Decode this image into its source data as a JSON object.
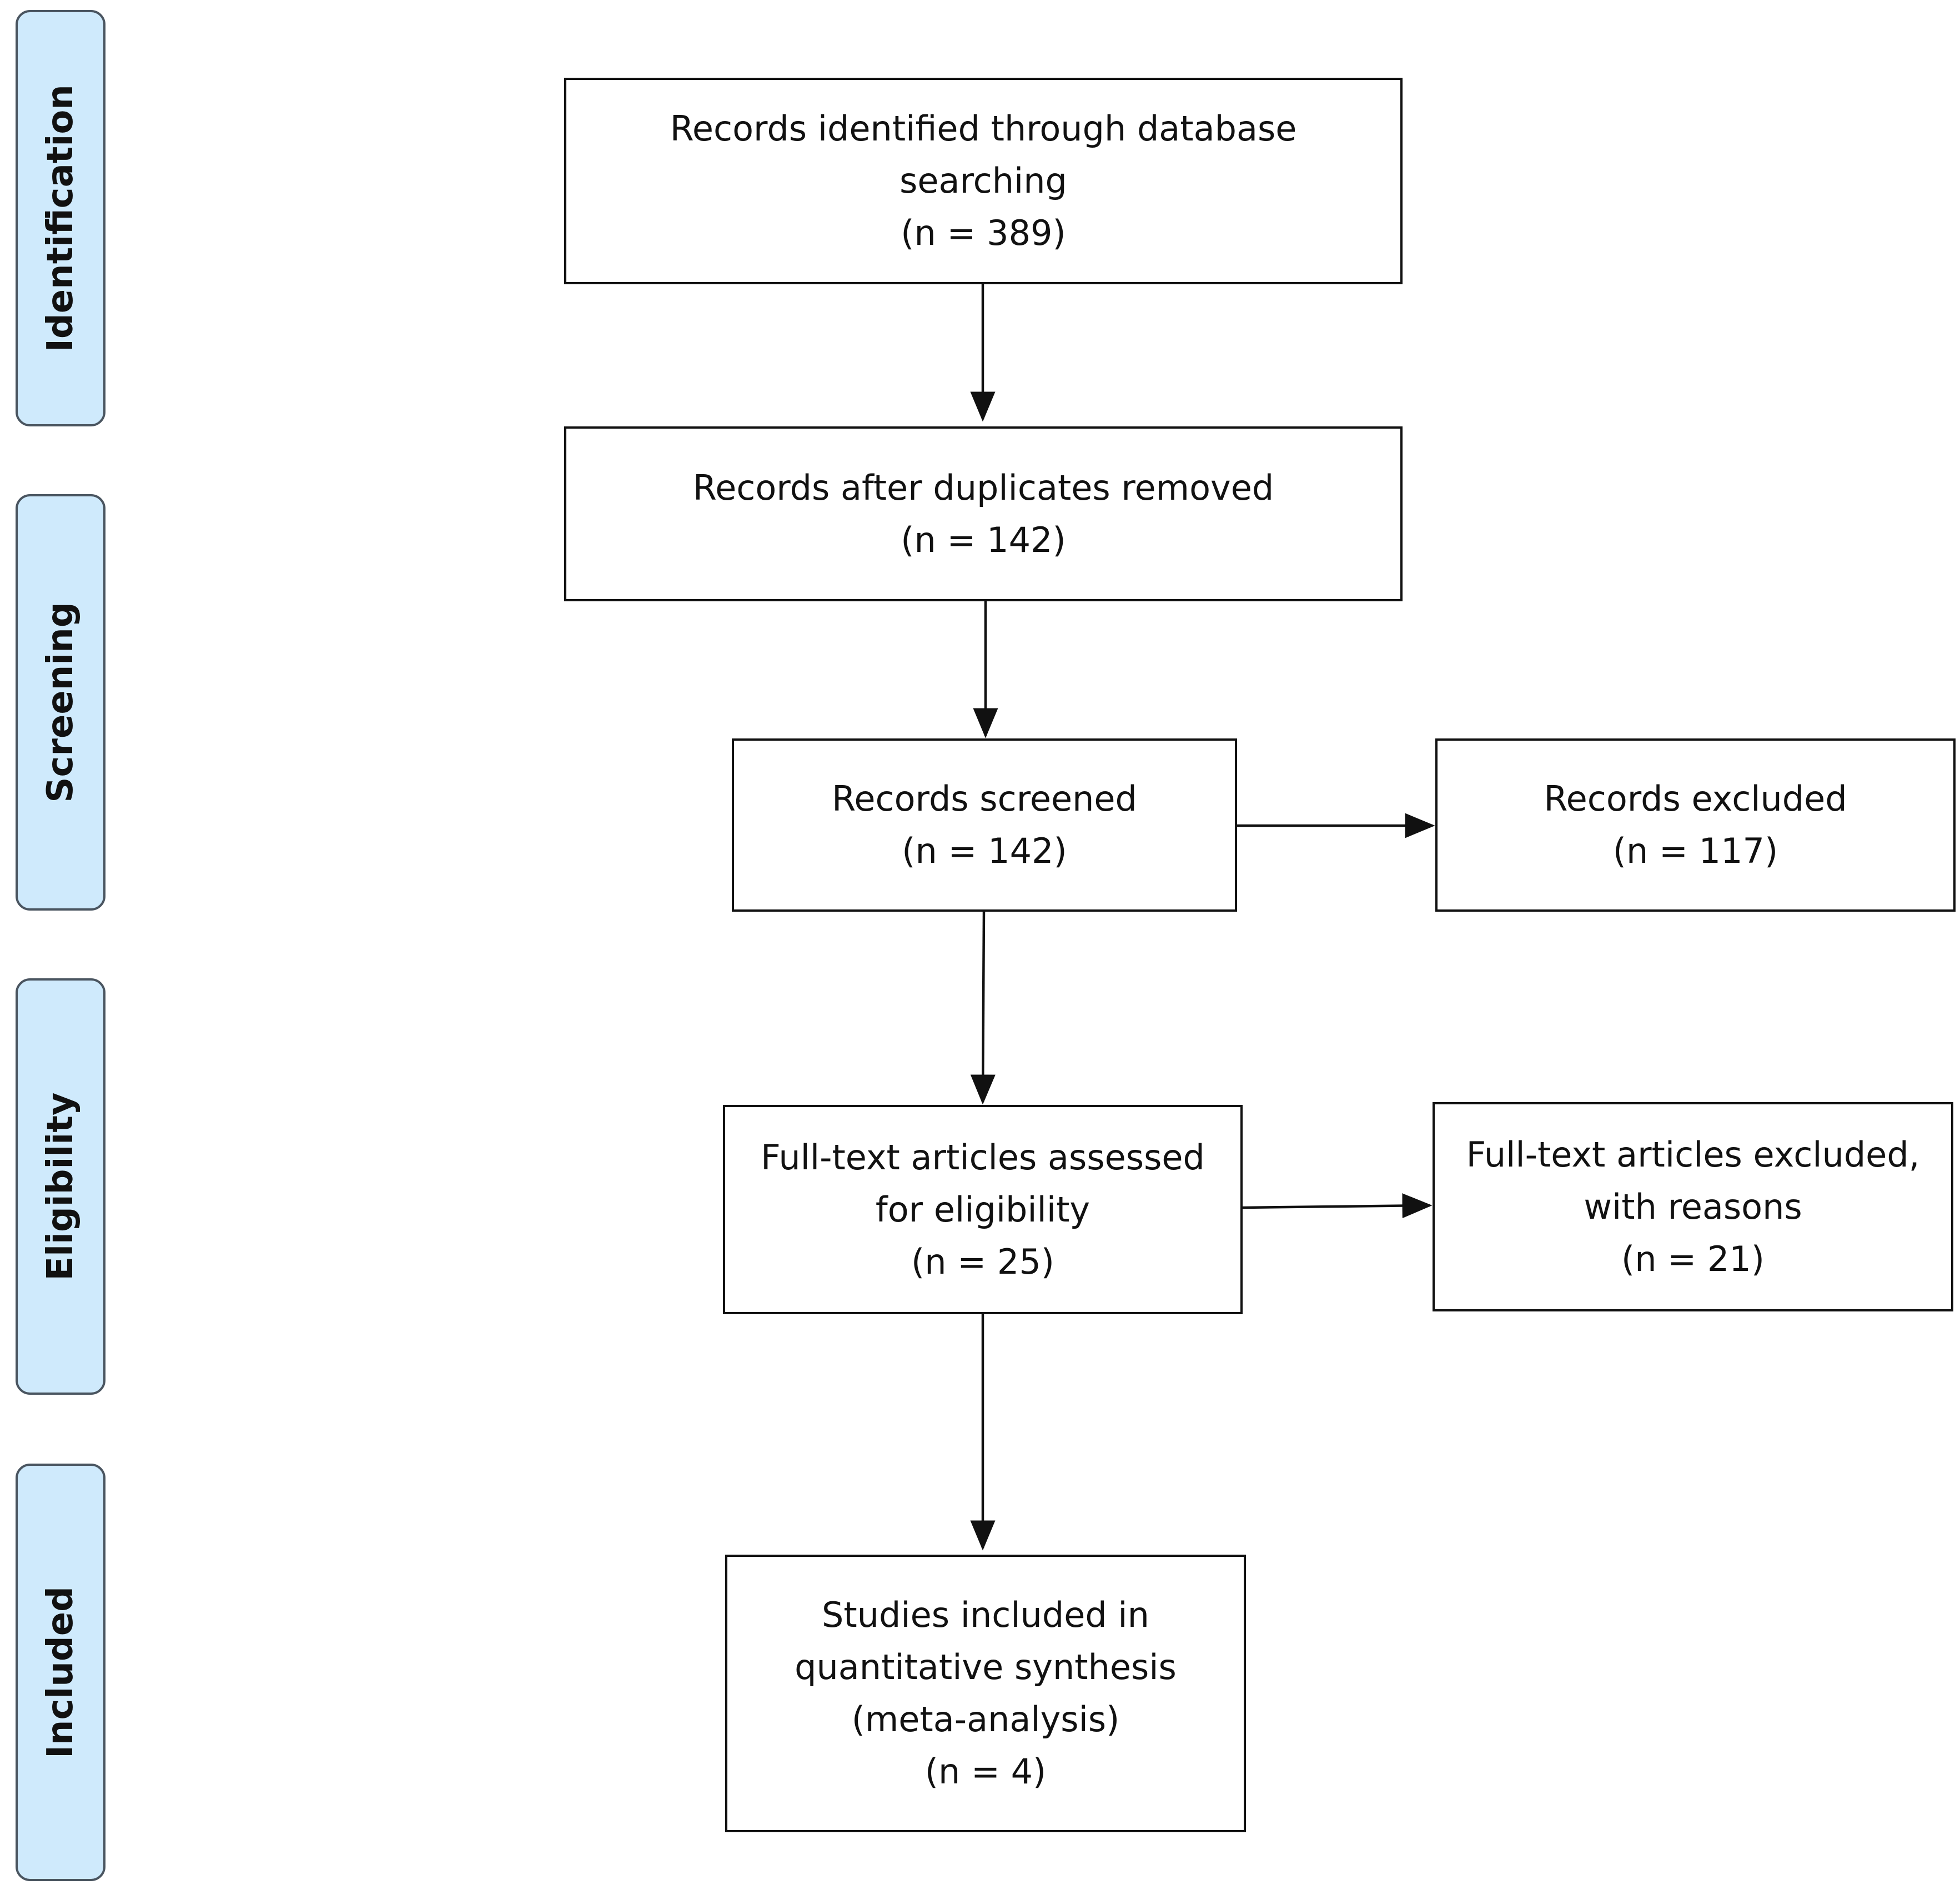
{
  "phases": {
    "identification": "Identification",
    "screening": "Screening",
    "eligibility": "Eligibility",
    "included": "Included"
  },
  "boxes": {
    "identified": {
      "line1": "Records identified through database",
      "line2": "searching",
      "count": "(n = 389)"
    },
    "deduplicated": {
      "line1": "Records after duplicates removed",
      "count": "(n = 142)"
    },
    "screened": {
      "line1": "Records screened",
      "count": "(n = 142)"
    },
    "excluded": {
      "line1": "Records excluded",
      "count": "(n = 117)"
    },
    "fulltext_assessed": {
      "line1": "Full-text articles assessed",
      "line2": "for eligibility",
      "count": "(n = 25)"
    },
    "fulltext_excluded": {
      "line1": "Full-text articles excluded,",
      "line2": "with reasons",
      "count": "(n = 21)"
    },
    "included": {
      "line1": "Studies included in",
      "line2": "quantitative synthesis",
      "line3": "(meta-analysis)",
      "count": "(n = 4)"
    }
  },
  "colors": {
    "phase_fill": "#cfeafc",
    "phase_border": "#4a5560",
    "box_border": "#111111"
  }
}
